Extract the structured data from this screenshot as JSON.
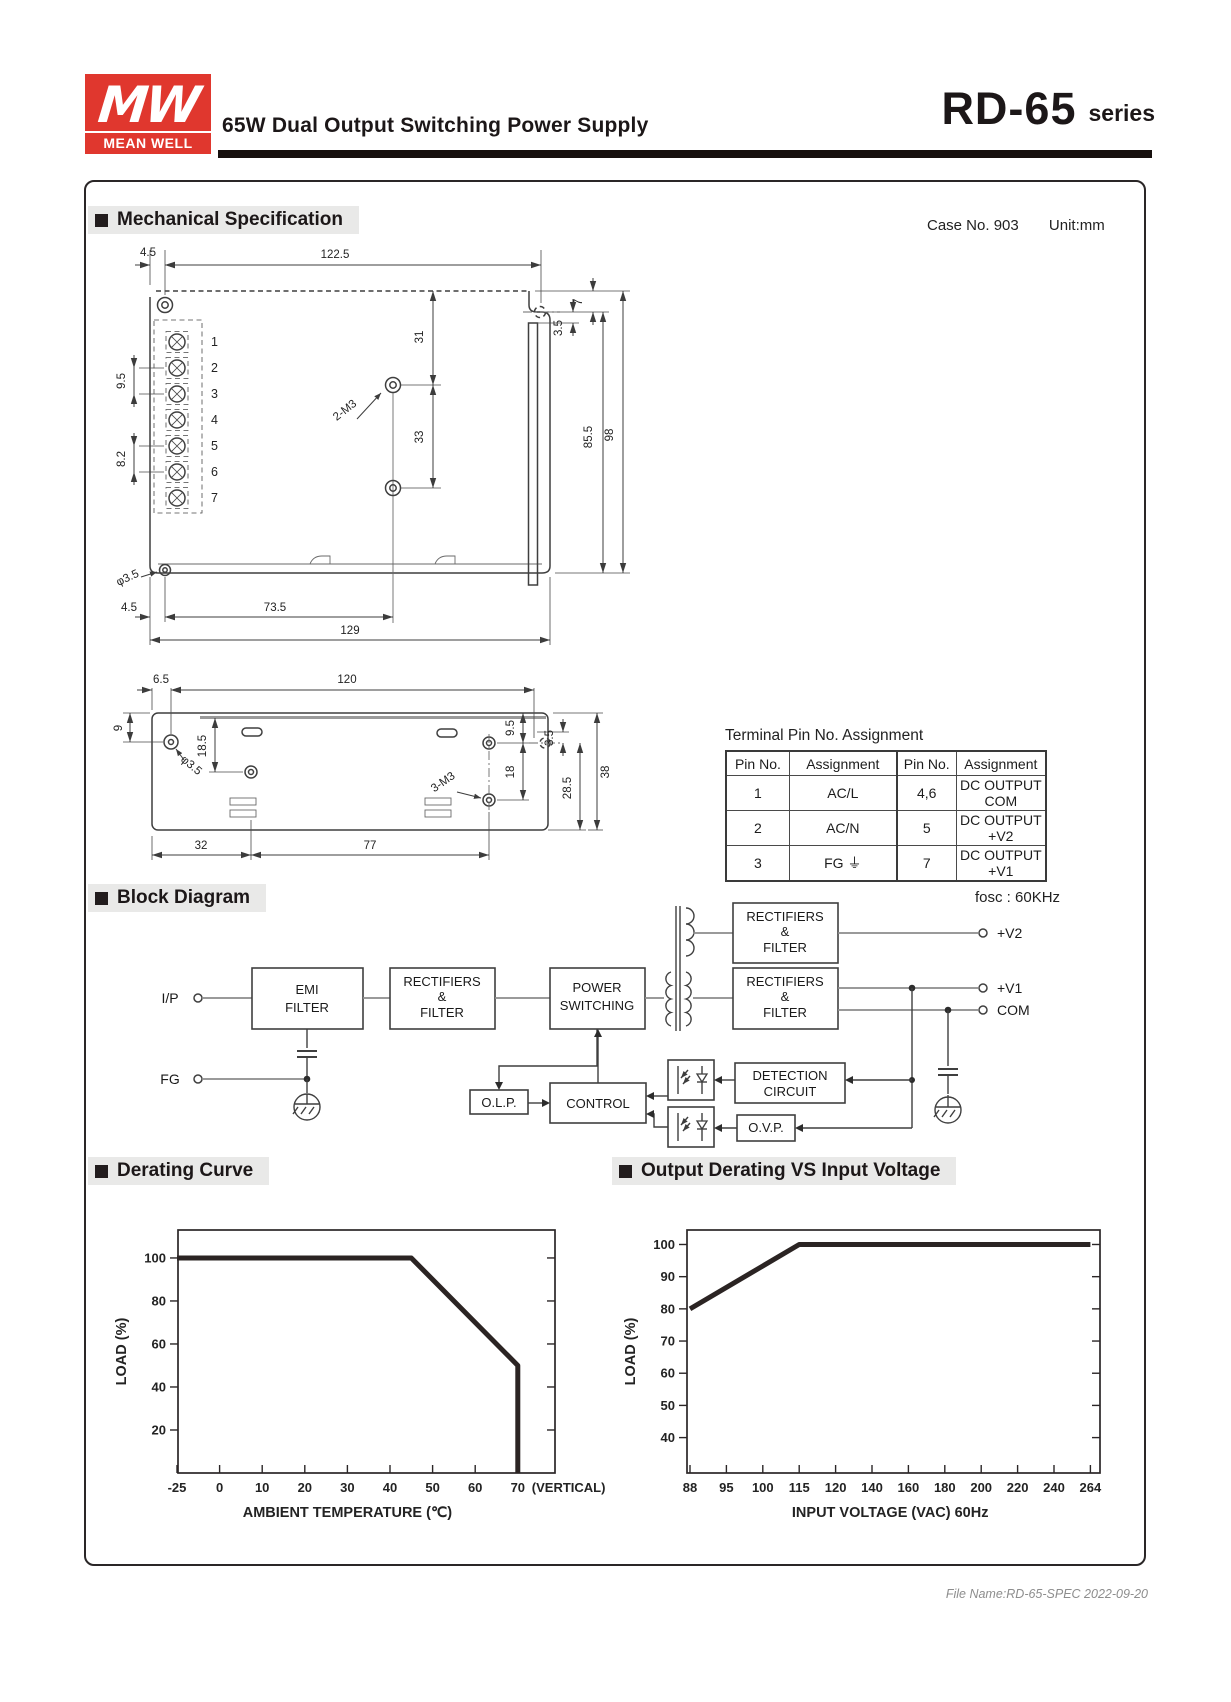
{
  "header": {
    "logo_mw": "MW",
    "logo_brand": "MEAN WELL",
    "title": "65W Dual Output Switching Power Supply",
    "series": "RD-65",
    "series_suffix": "series"
  },
  "sections": {
    "mechanical": "Mechanical Specification",
    "block": "Block Diagram",
    "derating": "Derating Curve",
    "output_derating": "Output Derating VS Input Voltage"
  },
  "mechanical": {
    "case_note": "Case No. 903",
    "unit_note": "Unit:mm"
  },
  "drawing_top": {
    "pins": [
      "1",
      "2",
      "3",
      "4",
      "5",
      "6",
      "7"
    ],
    "mounting_label": "2-M3",
    "hole_dia": "φ3.5",
    "dims": {
      "top_offset": "4.5",
      "top_width": "122.5",
      "notch_depth": "7",
      "notch_offset": "3.5",
      "hole_top": "31",
      "hole_span": "33",
      "body_height": "85.5",
      "total_height": "98",
      "pin_pitch_a": "9.5",
      "pin_pitch_b": "8.2",
      "bottom_offset": "4.5",
      "bottom_span": "73.5",
      "total_width": "129"
    }
  },
  "drawing_front": {
    "mounting_label": "3-M3",
    "hole_dia": "φ3.5",
    "dims": {
      "side_offset": "6.5",
      "top_width": "120",
      "corner_down": "9",
      "hole_down": "18.5",
      "right_top": "9.5",
      "right_span": "18",
      "notch": "3.5",
      "lower_span": "28.5",
      "height": "38",
      "bottom_a": "32",
      "bottom_b": "77"
    }
  },
  "pin_table": {
    "title": "Terminal Pin No. Assignment",
    "headers": [
      "Pin No.",
      "Assignment",
      "Pin No.",
      "Assignment"
    ],
    "rows": [
      [
        "1",
        "AC/L",
        "4,6",
        "DC OUTPUT COM"
      ],
      [
        "2",
        "AC/N",
        "5",
        "DC OUTPUT +V2"
      ],
      [
        "3",
        "FG ⏚",
        "7",
        "DC OUTPUT +V1"
      ]
    ]
  },
  "block_diagram": {
    "fosc": "fosc : 60KHz",
    "labels": {
      "ip": "I/P",
      "fg": "FG",
      "emi_1": "EMI",
      "emi_2": "FILTER",
      "rect_1": "RECTIFIERS",
      "rect_2": "&",
      "rect_3": "FILTER",
      "power_1": "POWER",
      "power_2": "SWITCHING",
      "olp": "O.L.P.",
      "control": "CONTROL",
      "detection_1": "DETECTION",
      "detection_2": "CIRCUIT",
      "ovp": "O.V.P.",
      "out_v2": "+V2",
      "out_v1": "+V1",
      "out_com": "COM"
    }
  },
  "chart_data": [
    {
      "type": "line",
      "title": "Derating Curve",
      "xlabel": "AMBIENT TEMPERATURE (℃)",
      "ylabel": "LOAD (%)",
      "x_ticks": [
        -25,
        0,
        10,
        20,
        30,
        40,
        50,
        60,
        70
      ],
      "x_tick_labels": [
        "-25",
        "0",
        "10",
        "20",
        "30",
        "40",
        "50",
        "60",
        "70 (VERTICAL)"
      ],
      "y_ticks": [
        20,
        40,
        60,
        80,
        100
      ],
      "ylim": [
        0,
        113
      ],
      "points": [
        [
          -25,
          100
        ],
        [
          45,
          100
        ],
        [
          70,
          50
        ],
        [
          70,
          0
        ]
      ],
      "grid": false,
      "legend": false,
      "line_color": "#2b2423"
    },
    {
      "type": "line",
      "title": "Output Derating VS Input Voltage",
      "xlabel": "INPUT VOLTAGE (VAC) 60Hz",
      "ylabel": "LOAD (%)",
      "x_ticks": [
        88,
        95,
        100,
        115,
        120,
        140,
        160,
        180,
        200,
        220,
        240,
        264
      ],
      "y_ticks": [
        40,
        50,
        60,
        70,
        80,
        90,
        100
      ],
      "ylim": [
        29,
        104.5
      ],
      "points": [
        [
          88,
          80
        ],
        [
          115,
          100
        ],
        [
          264,
          100
        ]
      ],
      "grid": false,
      "legend": false,
      "line_color": "#2b2423"
    }
  ],
  "footer": {
    "file_note": "File Name:RD-65-SPEC  2022-09-20"
  }
}
